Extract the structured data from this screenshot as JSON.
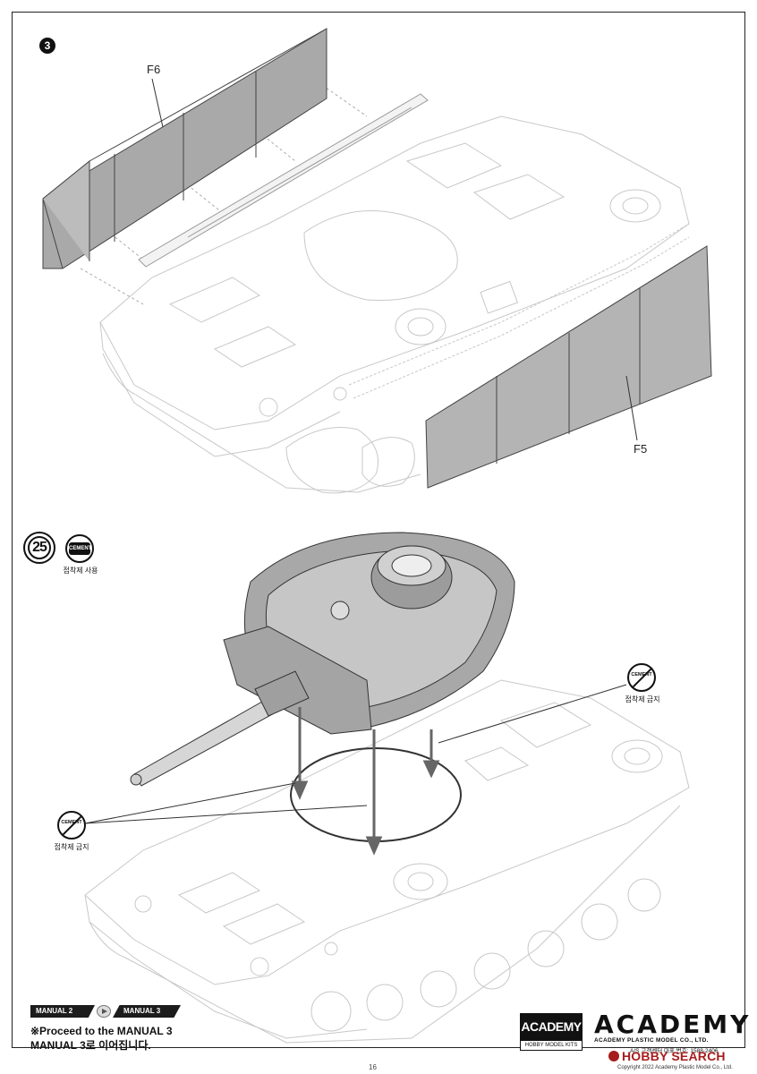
{
  "page": {
    "number": "16"
  },
  "steps": {
    "step_a": {
      "label": "3"
    },
    "step_b": {
      "label": "25"
    }
  },
  "icons": {
    "cement": {
      "badge": "CEMENT",
      "caption": "접착제 사용"
    },
    "no_cement": {
      "badge": "CEMENT",
      "caption": "접착제 금지"
    }
  },
  "parts": {
    "f6": "F6",
    "f5": "F5"
  },
  "manual_nav": {
    "from": "MANUAL 2",
    "to": "MANUAL 3",
    "line1": "※Proceed to the MANUAL 3",
    "line2": "MANUAL 3로 이어집니다."
  },
  "brand": {
    "logo_box_top": "ACADEMY",
    "logo_box_bottom": "HOBBY MODEL KITS",
    "wordmark": "ACADEMY",
    "company": "ACADEMY PLASTIC MODEL CO., LTD.",
    "as_center": "A/S 고객센터 대표 번호: 1588-2406",
    "copyright": "Copyright 2022 Academy Plastic Model Co., Ltd."
  },
  "watermark": {
    "text": "HOBBY SEARCH"
  }
}
